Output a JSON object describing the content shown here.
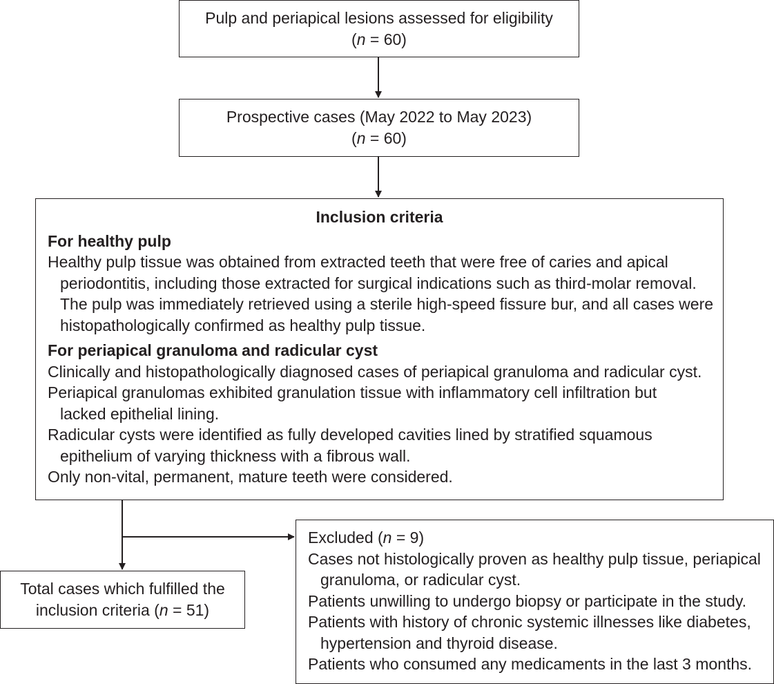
{
  "box1": {
    "line1": "Pulp and periapical lesions assessed for eligibility",
    "n_var": "n",
    "n_text": " = 60"
  },
  "box2": {
    "line1": "Prospective cases (May 2022 to May 2023)",
    "n_var": "n",
    "n_text": " = 60"
  },
  "inclusion": {
    "title": "Inclusion criteria",
    "healthy_heading": "For healthy pulp",
    "healthy_lines": [
      "Healthy pulp tissue was obtained from extracted teeth that were free of caries and apical",
      "periodontitis, including those extracted for surgical indications such as third-molar removal.",
      "The pulp was immediately retrieved using a sterile high-speed fissure bur, and all cases were",
      "histopathologically confirmed as healthy pulp tissue."
    ],
    "lesion_heading": "For periapical granuloma and radicular cyst",
    "lesion_lines": [
      "Clinically and histopathologically diagnosed cases of periapical granuloma and radicular cyst.",
      "Periapical granulomas exhibited granulation tissue with inflammatory cell infiltration but",
      "lacked epithelial lining.",
      "Radicular cysts were identified as fully developed cavities lined by stratified squamous",
      "epithelium of varying thickness with a fibrous wall.",
      "Only non-vital, permanent, mature teeth were considered."
    ]
  },
  "total": {
    "line1": "Total cases which fulfilled the",
    "line2_pre": "inclusion criteria (",
    "n_var": "n",
    "line2_post": " = 51)"
  },
  "excluded": {
    "title_pre": "Excluded (",
    "n_var": "n",
    "title_post": " = 9)",
    "lines": [
      "Cases not histologically proven as healthy pulp tissue, periapical",
      "granuloma, or radicular cyst.",
      "Patients unwilling to undergo biopsy or participate in the study.",
      "Patients with history of chronic systemic illnesses like diabetes,",
      "hypertension and thyroid disease.",
      "Patients who consumed any medicaments in the last 3 months."
    ]
  }
}
